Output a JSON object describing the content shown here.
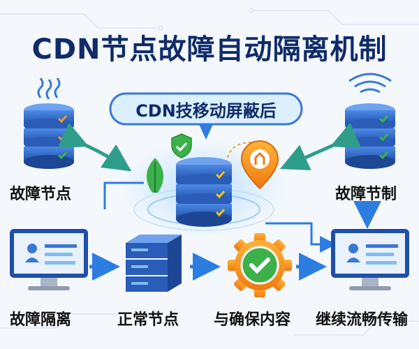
{
  "title": "CDN节点故障自动隔离机制",
  "bubble": "CDN技移动屏蔽后",
  "labels": {
    "fault_node": "故障节点",
    "fault_control": "故障节制",
    "fault_isolation": "故障隔离",
    "normal_node": "正常节点",
    "ensure_content": "与确保内容",
    "continue_transfer": "继续流畅传输"
  },
  "colors": {
    "title": "#0f2b6b",
    "server_dark": "#1f4fa8",
    "server_light": "#3a78d6",
    "check_green": "#3cb14a",
    "check_orange": "#f29a1a",
    "arrow_blue": "#2d7de0",
    "arrow_green": "#2e9e8a"
  },
  "icons": {
    "server_stack": "server-stack-icon",
    "monitor": "monitor-icon",
    "rack": "server-rack-icon",
    "gear_check": "gear-check-icon",
    "leaf": "leaf-icon",
    "shield": "shield-check-icon",
    "location_pin": "location-pin-icon",
    "wifi": "wifi-signal-icon"
  }
}
